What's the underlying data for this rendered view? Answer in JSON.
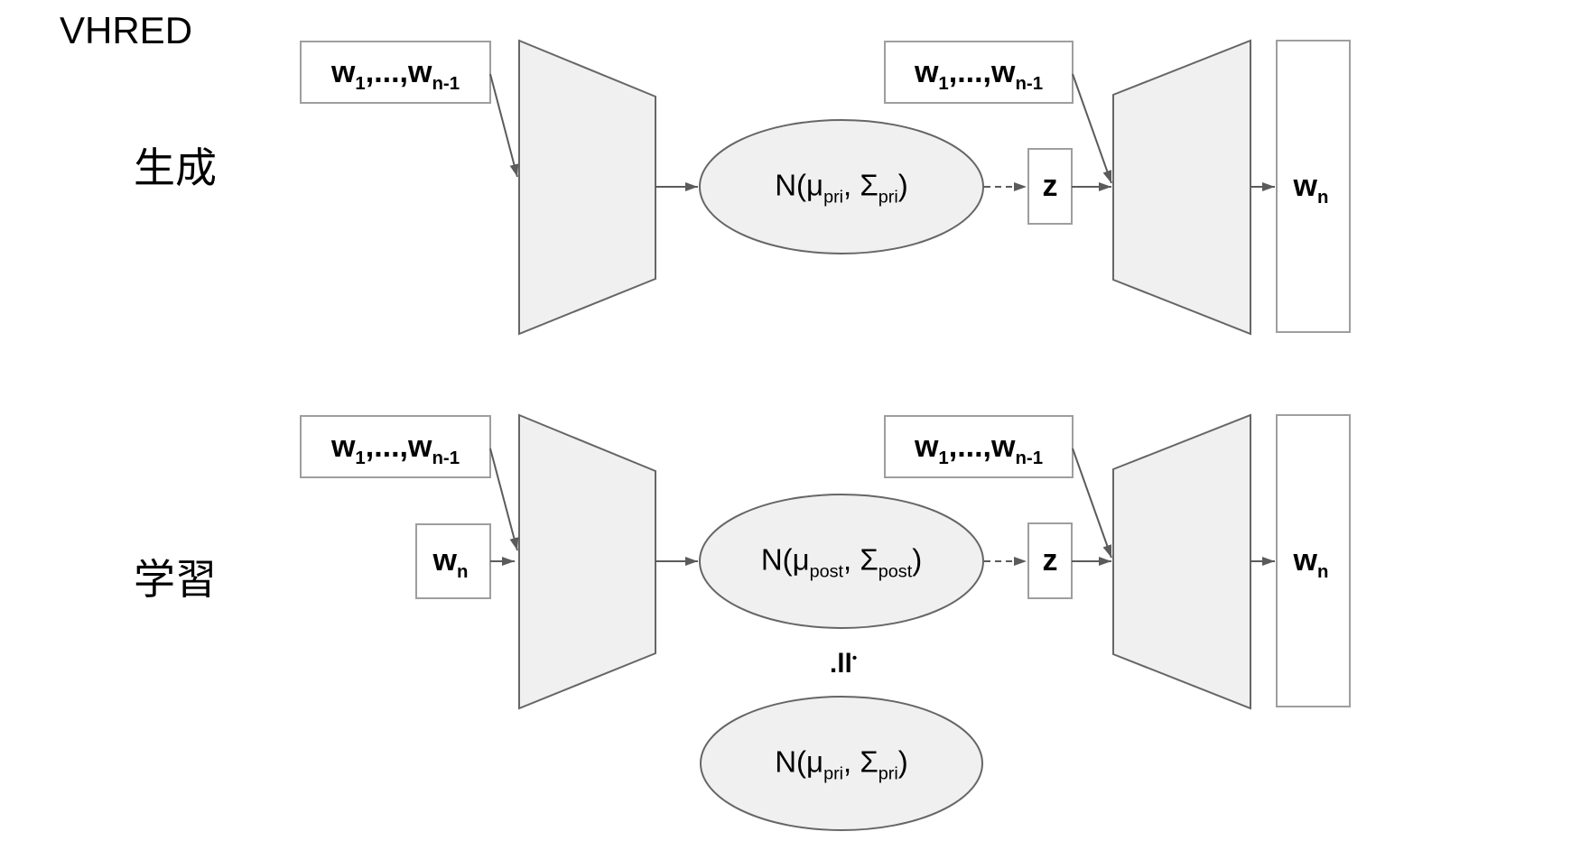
{
  "title": "VHRED",
  "rows": [
    {
      "id": "generation",
      "label": "生成"
    },
    {
      "id": "learning",
      "label": "学習"
    }
  ],
  "labels": {
    "w_sequence": {
      "base1": "w",
      "sub1": "1",
      "dots": ",...,",
      "base2": "w",
      "sub2": "n-1"
    },
    "w_n": {
      "base": "w",
      "sub": "n"
    },
    "z": "z",
    "dist_prior": {
      "prefix": "N(μ",
      "sub1": "pri",
      "mid": ", Σ",
      "sub2": "pri",
      "close": ")"
    },
    "dist_posterior": {
      "prefix": "N(μ",
      "sub1": "post",
      "mid": ", Σ",
      "sub2": "post",
      "close": ")"
    },
    "kl_symbol": {
      "dot_low": ".",
      "bars": "ll",
      "dot_high": "•"
    }
  },
  "colors": {
    "background": "#ffffff",
    "shape_fill": "#f0f0f0",
    "shape_stroke": "#666666",
    "box_stroke": "#9e9e9e",
    "arrow": "#5b5b5b",
    "text": "#000000"
  }
}
